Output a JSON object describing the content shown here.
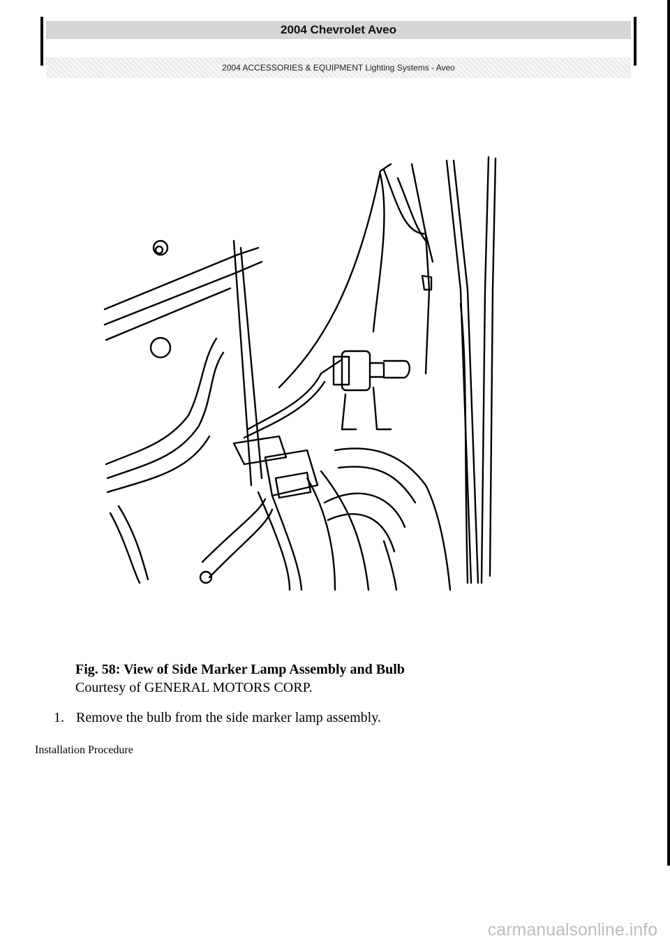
{
  "header": {
    "title": "2004 Chevrolet Aveo",
    "subtitle": "2004 ACCESSORIES & EQUIPMENT Lighting Systems - Aveo"
  },
  "figure": {
    "label": "Fig. 58: View of Side Marker Lamp Assembly and Bulb",
    "credit": "Courtesy of GENERAL MOTORS CORP."
  },
  "steps": [
    {
      "number": "1.",
      "text": "Remove the bulb from the side marker lamp assembly."
    }
  ],
  "section_heading": "Installation Procedure",
  "watermark": "carmanualsonline.info"
}
